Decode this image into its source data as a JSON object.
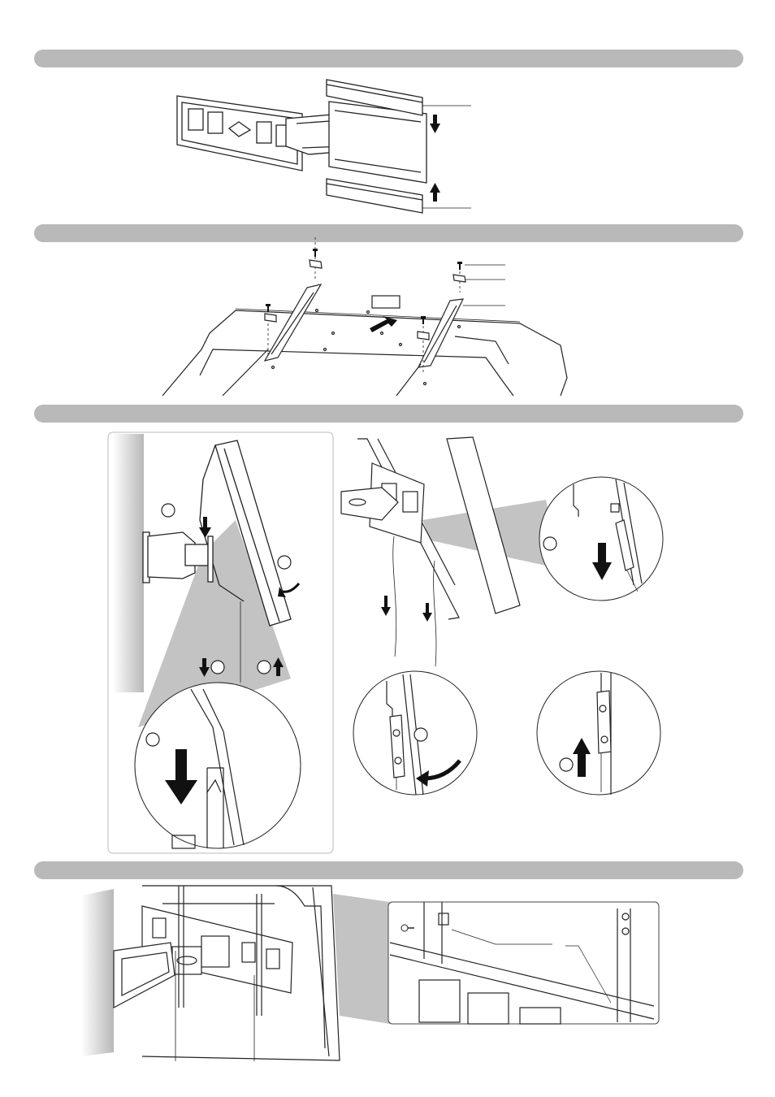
{
  "sections": [
    {
      "id": "step-1",
      "title": ""
    },
    {
      "id": "step-2",
      "title": ""
    },
    {
      "id": "step-3",
      "title": ""
    },
    {
      "id": "step-4",
      "title": ""
    }
  ],
  "step2": {
    "front_label_box": ""
  },
  "colors": {
    "band": "#b9b9b9",
    "line": "#222222",
    "shade": "#bdbdbd",
    "wall": "#c8c8c8"
  },
  "icons": [
    "down-arrow-icon",
    "up-arrow-icon",
    "curved-arrow-icon",
    "screw-icon",
    "callout-circle-icon"
  ]
}
